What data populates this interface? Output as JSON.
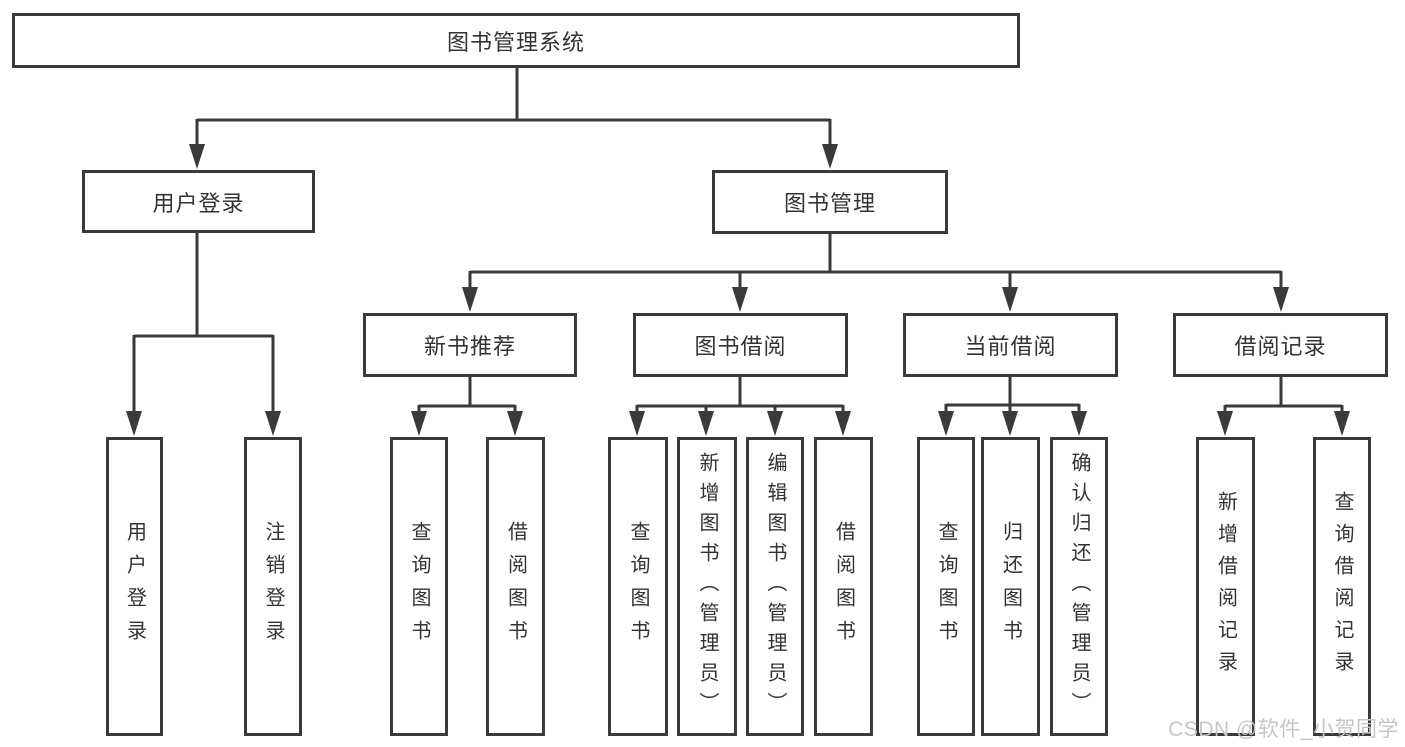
{
  "diagram": {
    "root": {
      "label": "图书管理系统"
    },
    "branches": [
      {
        "label": "用户登录",
        "children": [
          {
            "label": "用户登录"
          },
          {
            "label": "注销登录"
          }
        ]
      },
      {
        "label": "图书管理",
        "children": [
          {
            "label": "新书推荐",
            "children": [
              {
                "label": "查询图书"
              },
              {
                "label": "借阅图书"
              }
            ]
          },
          {
            "label": "图书借阅",
            "children": [
              {
                "label": "查询图书"
              },
              {
                "label": "新增图书（管理员）"
              },
              {
                "label": "编辑图书（管理员）"
              },
              {
                "label": "借阅图书"
              }
            ]
          },
          {
            "label": "当前借阅",
            "children": [
              {
                "label": "查询图书"
              },
              {
                "label": "归还图书"
              },
              {
                "label": "确认归还（管理员）"
              }
            ]
          },
          {
            "label": "借阅记录",
            "children": [
              {
                "label": "新增借阅记录"
              },
              {
                "label": "查询借阅记录"
              }
            ]
          }
        ]
      }
    ],
    "watermark": "CSDN @软件_小贺同学",
    "colors": {
      "line": "#3a3a3a",
      "text": "#333333",
      "watermark": "#c6c6c6",
      "background": "#ffffff"
    }
  }
}
